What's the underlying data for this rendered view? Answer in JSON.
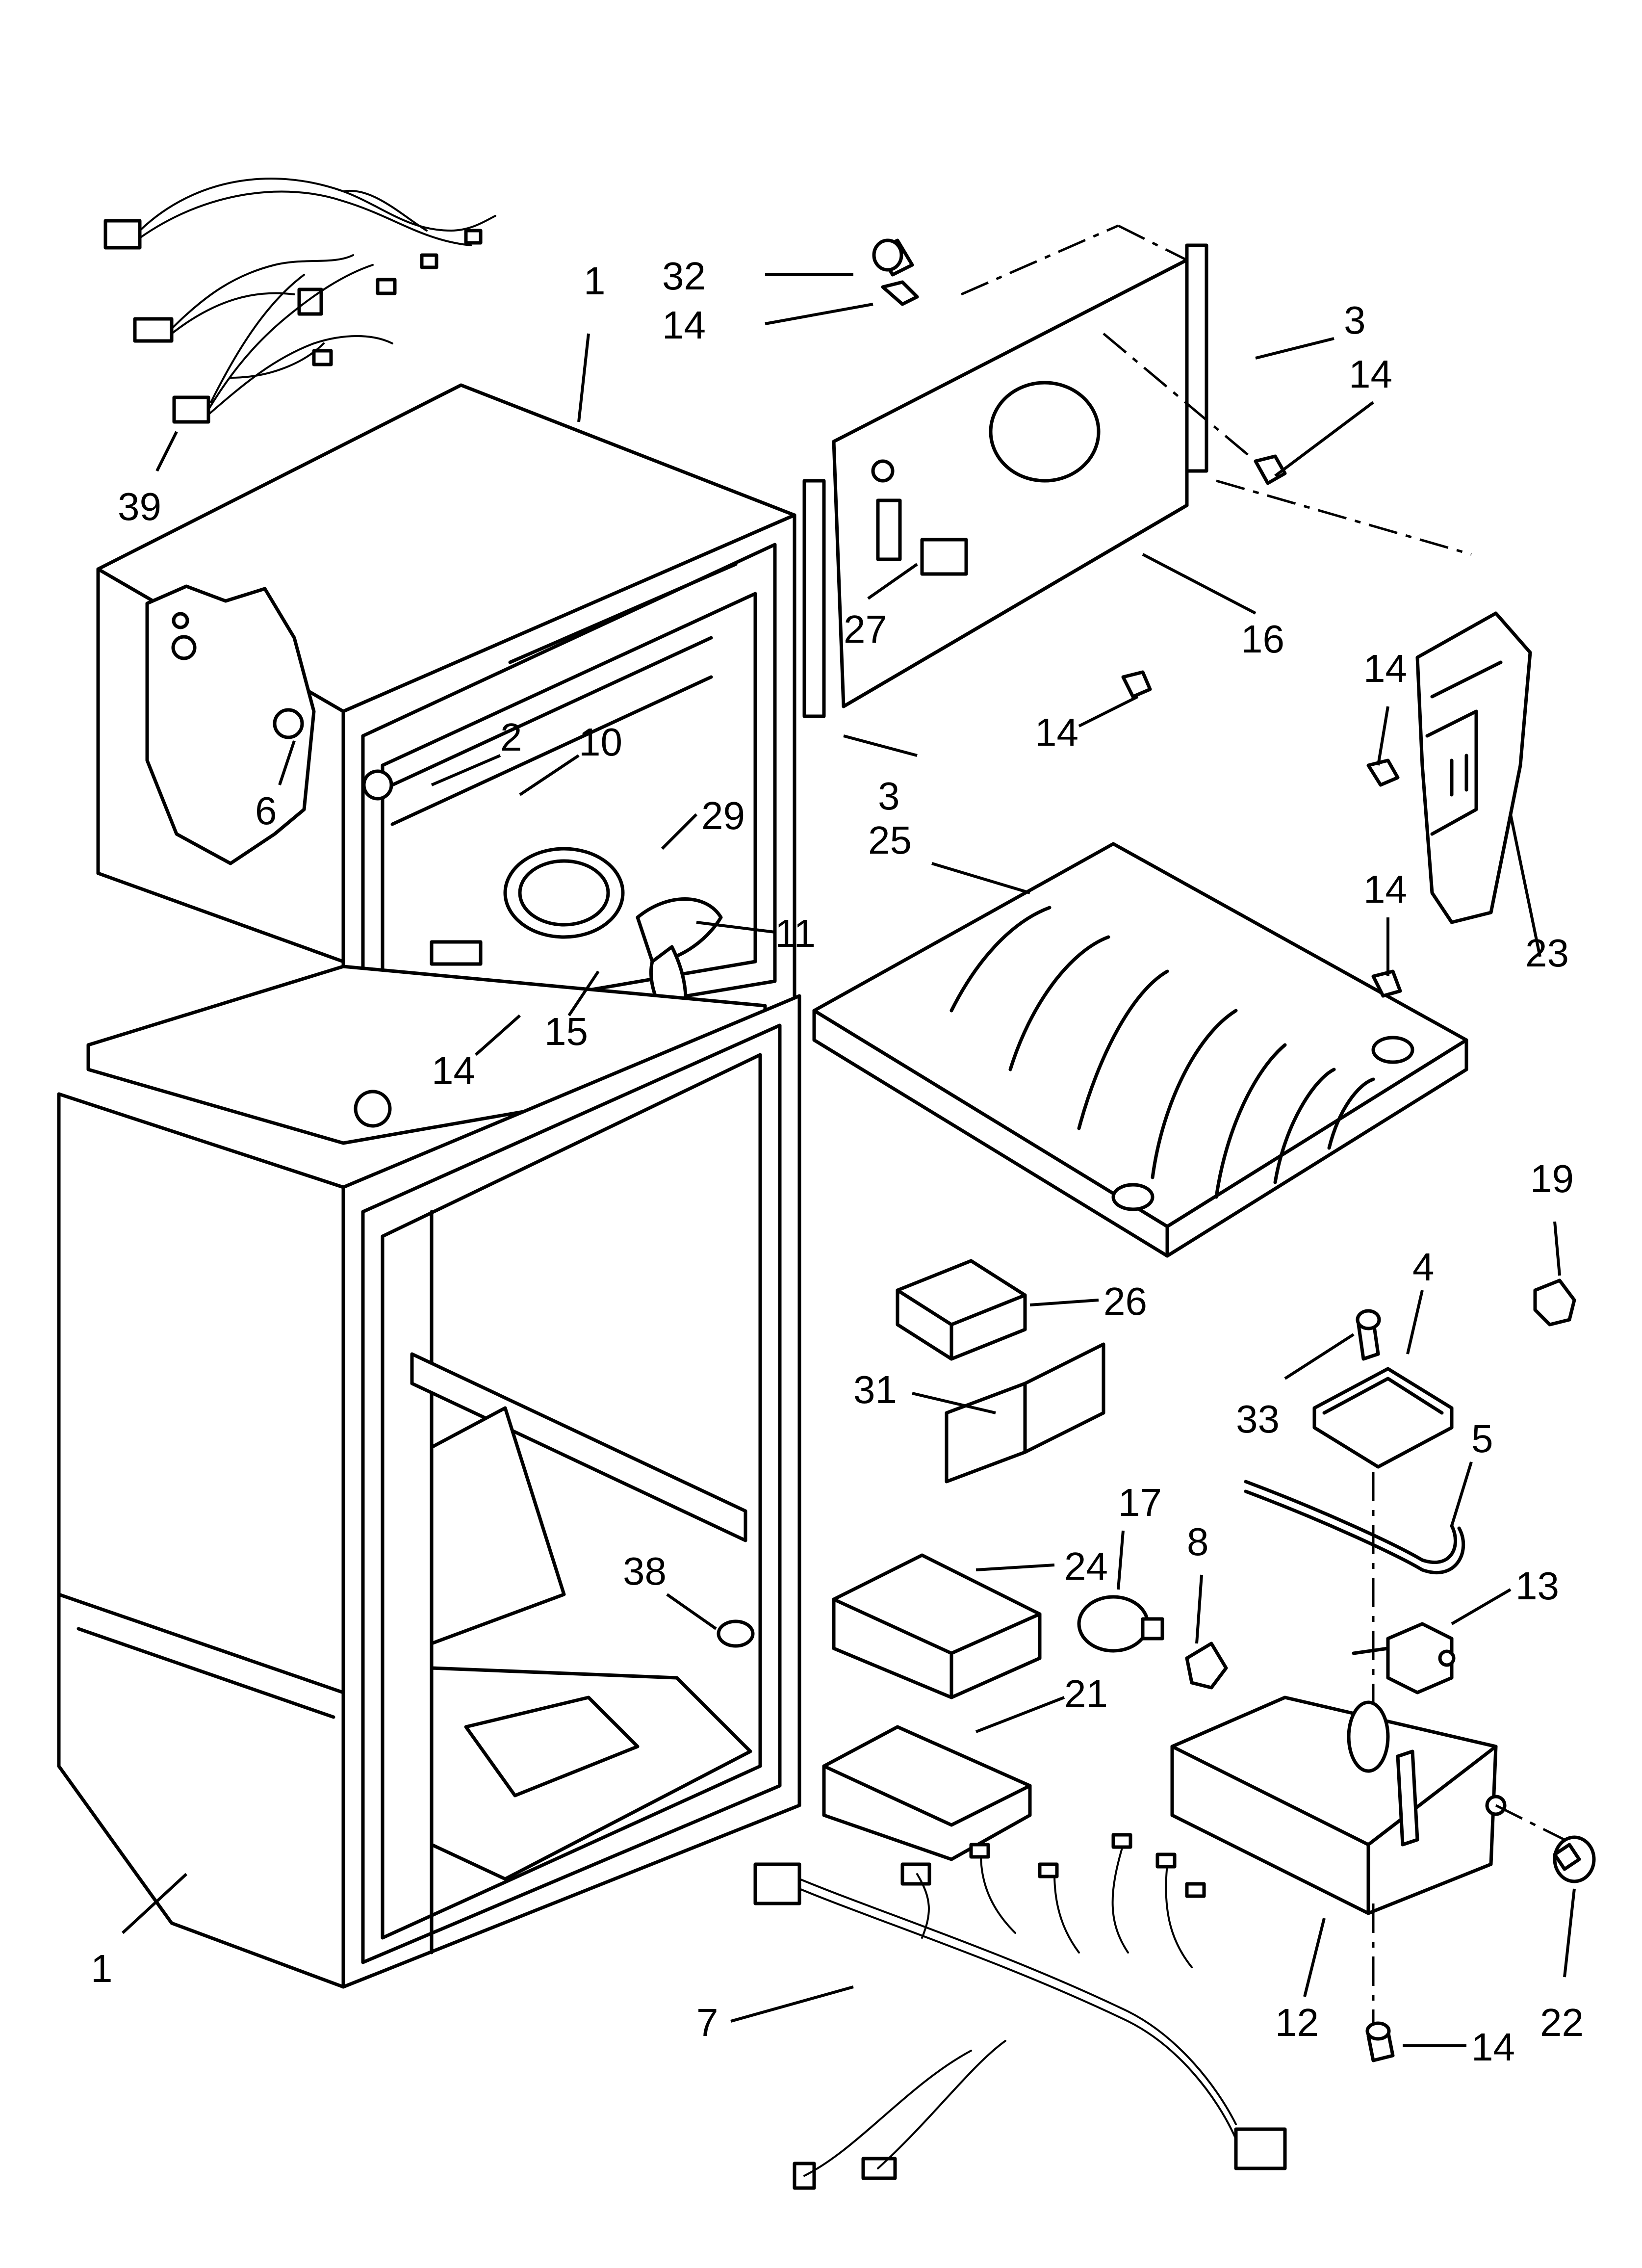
{
  "diagram": {
    "callouts": {
      "c32": "32",
      "c14a": "14",
      "c1a": "1",
      "c3a": "3",
      "c14b": "14",
      "c39": "39",
      "c27": "27",
      "c16": "16",
      "c14c": "14",
      "c14d": "14",
      "c2": "2",
      "c10": "10",
      "c6": "6",
      "c29": "29",
      "c3b": "3",
      "c25": "25",
      "c11": "11",
      "c23": "23",
      "c14e": "14",
      "c15": "15",
      "c14f": "14",
      "c19": "19",
      "c26": "26",
      "c4": "4",
      "c31": "31",
      "c33": "33",
      "c5": "5",
      "c17": "17",
      "c8": "8",
      "c38": "38",
      "c24": "24",
      "c13": "13",
      "c21": "21",
      "c1b": "1",
      "c7": "7",
      "c12": "12",
      "c22": "22",
      "c14g": "14"
    }
  }
}
